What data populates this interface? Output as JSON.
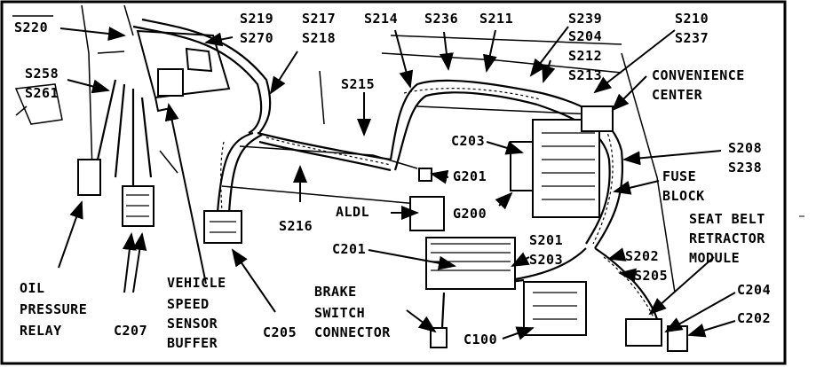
{
  "diagram": {
    "labels": {
      "s220": "S220",
      "s219": "S219",
      "s270": "S270",
      "s217": "S217",
      "s218": "S218",
      "s214": "S214",
      "s236": "S236",
      "s211": "S211",
      "s239": "S239",
      "s204": "S204",
      "s212": "S212",
      "s213": "S213",
      "s210": "S210",
      "s237": "S237",
      "convenience": "CONVENIENCE",
      "center": "CENTER",
      "s258": "S258",
      "s261": "S261",
      "s215": "S215",
      "c203": "C203",
      "s208": "S208",
      "s238": "S238",
      "g201": "G201",
      "fuse": "FUSE",
      "block": "BLOCK",
      "s216": "S216",
      "aldl": "ALDL",
      "g200": "G200",
      "seat_belt": "SEAT BELT",
      "retractor": "RETRACTOR",
      "module": "MODULE",
      "c201": "C201",
      "s201": "S201",
      "s203": "S203",
      "s202": "S202",
      "s205": "S205",
      "oil": "OIL",
      "pressure": "PRESSURE",
      "relay": "RELAY",
      "vehicle": "VEHICLE",
      "speed": "SPEED",
      "sensor": "SENSOR",
      "buffer": "BUFFER",
      "c207": "C207",
      "c205": "C205",
      "brake": "BRAKE",
      "switch": "SWITCH",
      "connector": "CONNECTOR",
      "c100": "C100",
      "c204": "C204",
      "c202": "C202"
    }
  }
}
